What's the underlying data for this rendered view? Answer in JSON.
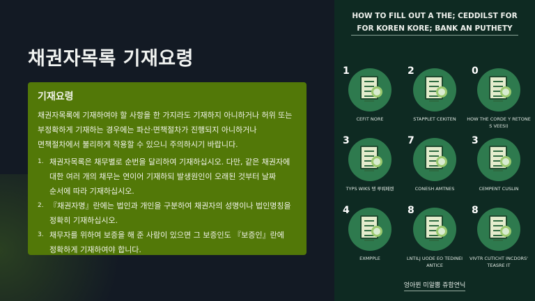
{
  "title": "채권자목록 기재요령",
  "box": {
    "heading": "기재요령",
    "intro": "채권자목록에 기재하여야 할 사항을 한 가지라도 기재하지 아니하거나 허위 또는 부정확하게 기재하는 경우에는 파산·면책절차가 진행되지 아니하거나 면책절차에서 불리하게 작용할 수 있으니 주의하시기 바랍니다.",
    "items": [
      {
        "num": "1.",
        "text": "채권자목록은 채무별로 순번을 달리하여 기재하십시오. 다만, 같은 채권자에 대한 여러 개의 채무는 연이어 기재하되 발생원인이 오래된 것부터 날짜 순서에 따라 기재하십시오."
      },
      {
        "num": "2.",
        "text": "『채권자명』란에는 법인과 개인을 구분하여 채권자의 성명이나 법인명칭을 정확히 기재하십시오."
      },
      {
        "num": "3.",
        "text": "채무자를 위하여 보증을 해 준 사람이 있으면 그 보증인도 『보증인』란에 정확하게 기재하여야 합니다."
      }
    ]
  },
  "infographic": {
    "title": "HOW TO FILL OUT A THE; CEDDILST FOR FOR KOREN KORE; BANK AN PUTHETY",
    "cells": [
      {
        "num": "1",
        "label": "CEFIT NORE",
        "icon": "clipboard-magnifier-icon"
      },
      {
        "num": "2",
        "label": "STAPPLET CEKITEN",
        "icon": "document-gear-icon"
      },
      {
        "num": "0",
        "label": "HOW THE CORDE Y RETONE S VEESI)",
        "icon": "clipboard-check-icon"
      },
      {
        "num": "3",
        "label": "TYPS WIKS 탱 루뤄페렌",
        "icon": "clipboard-gear-icon"
      },
      {
        "num": "7",
        "label": "CONESH AMTNES",
        "icon": "document-hand-icon"
      },
      {
        "num": "3",
        "label": "CEMPENT CUSLIN",
        "icon": "calculator-chart-icon"
      },
      {
        "num": "4",
        "label": "EXMPPLE",
        "icon": "clipboard-heart-icon"
      },
      {
        "num": "8",
        "label": "LNTILJ UODE EO TEDINEI ANTICE",
        "icon": "document-stack-icon"
      },
      {
        "num": "8",
        "label": "VIVTR CUTICHT INCDORS' TEASRE IT",
        "icon": "calculator-check-icon"
      }
    ],
    "footer": "엉아뮌 미알뿜 쥬함연닉"
  }
}
